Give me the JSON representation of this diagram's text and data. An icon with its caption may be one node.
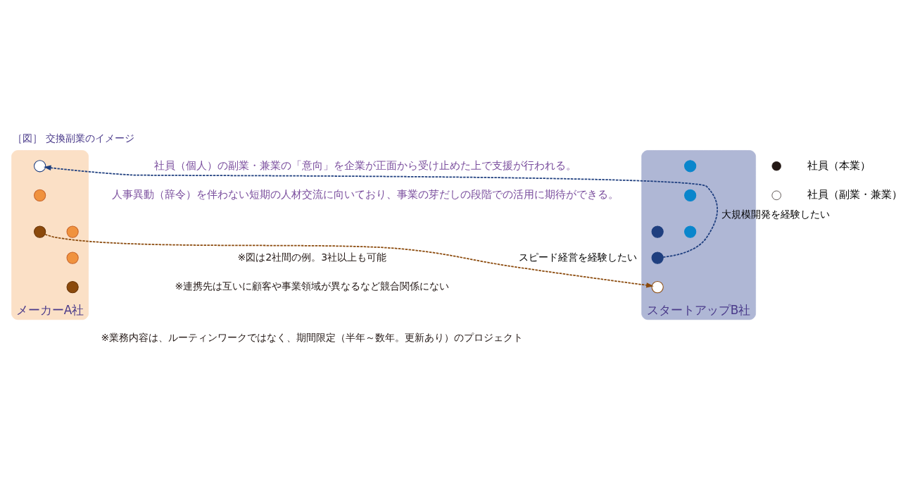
{
  "diagram": {
    "title": "［図］ 交換副業のイメージ",
    "nodes": [
      {
        "text": [
          "メーカーA社"
        ]
      },
      {
        "text": [],
        "shape": "circle",
        "in": 0
      },
      {
        "text": [],
        "shape": "circle",
        "in": 0
      },
      {
        "text": [],
        "shape": "circle",
        "in": 0
      },
      {
        "text": [],
        "shape": "circle",
        "in": 0
      },
      {
        "text": [],
        "shape": "circle",
        "in": 0
      },
      {
        "text": [],
        "shape": "circle",
        "in": 0
      },
      {
        "text": [
          "スタートアップB社"
        ]
      },
      {
        "text": [],
        "shape": "circle",
        "in": 7
      },
      {
        "text": [],
        "shape": "circle",
        "in": 7
      },
      {
        "text": [],
        "shape": "circle",
        "in": 7
      },
      {
        "text": [],
        "shape": "circle",
        "in": 7
      },
      {
        "text": [],
        "shape": "circle",
        "in": 7
      },
      {
        "text": [],
        "shape": "circle",
        "in": 7
      }
    ],
    "edges": [
      {
        "from": 10,
        "to": 2,
        "arrow": "to",
        "label": "大規模開発を経験したい",
        "style": "dashed",
        "color": "#1f3f7f"
      },
      {
        "from": 6,
        "to": 12,
        "arrow": "to",
        "label": "スピード経営を経験したい",
        "style": "dashed",
        "color": "#8b4a0c"
      }
    ],
    "labels": [
      "社員（個人）の副業・兼業の「意向」を企業が正面から受け止めた上で支援が行われる。",
      "人事異動（辞令）を伴わない短期の人材交流に向いており、事業の芽だしの段階での活用に期待ができる。",
      "※図は2社間の例。3社以上も可能",
      "※連携先は互いに顧客や事業領域が異なるなど競合関係にない",
      "※業務内容は、ルーティンワークではなく、期間限定（半年～数年。更新あり）のプロジェクト"
    ],
    "legend": [
      {
        "text": "社員（本業）",
        "color": "#231815"
      },
      {
        "text": "社員（副業・兼業）",
        "color": "#ffffff"
      }
    ]
  }
}
